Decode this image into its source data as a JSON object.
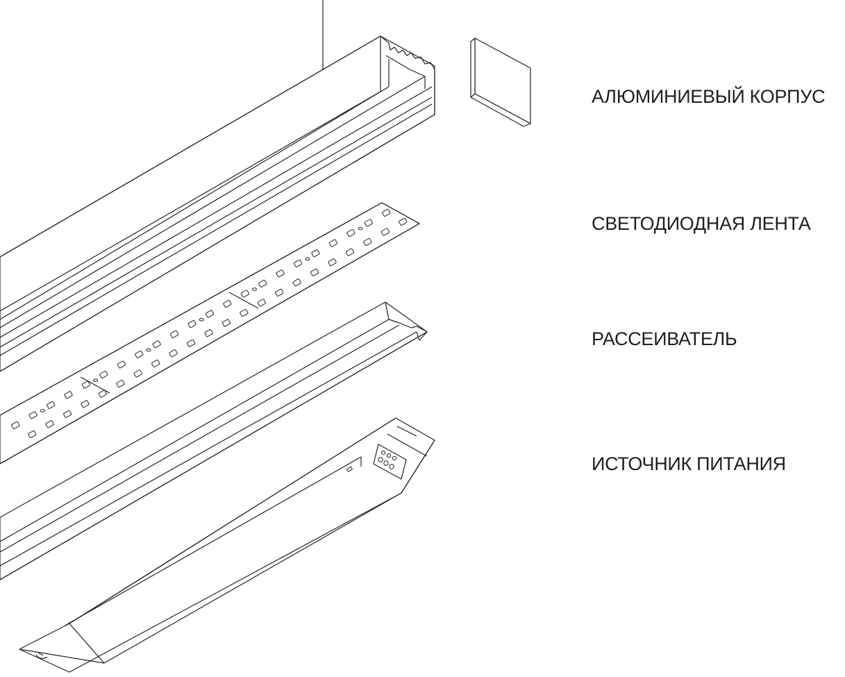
{
  "labels": {
    "housing": "АЛЮМИНИЕВЫЙ КОРПУС",
    "led_strip": "СВЕТОДИОДНАЯ ЛЕНТА",
    "diffuser": "РАССЕИВАТЕЛЬ",
    "power_supply": "ИСТОЧНИК ПИТАНИЯ"
  },
  "colors": {
    "line": "#222222",
    "label_text": "#1e1e1e",
    "background": "#ffffff"
  }
}
